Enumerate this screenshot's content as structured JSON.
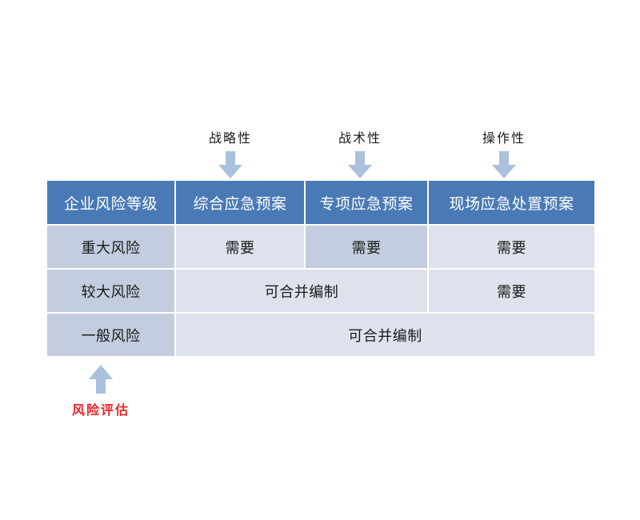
{
  "diagram": {
    "title_text": "",
    "colors": {
      "header_blue": "#4a7ab5",
      "row_head_blue_gray": "#c3cddf",
      "cell_light": "#dde2ec",
      "cell_mid": "#c3cddf",
      "arrow_blue": "#a9c1dd",
      "annotation_red": "#e8252a",
      "background": "#ffffff"
    }
  },
  "top_annotations": [
    {
      "label": "战略性",
      "icon": "arrow-down-icon",
      "target_column": "综合应急预案"
    },
    {
      "label": "战术性",
      "icon": "arrow-down-icon",
      "target_column": "专项应急预案"
    },
    {
      "label": "操作性",
      "icon": "arrow-down-icon",
      "target_column": "现场应急处置预案"
    }
  ],
  "bottom_annotation": {
    "label": "风险评估",
    "icon": "arrow-up-icon",
    "target_column": "企业风险等级"
  },
  "table": {
    "headers": [
      "企业风险等级",
      "综合应急预案",
      "专项应急预案",
      "现场应急处置预案"
    ],
    "rows": [
      {
        "level": "重大风险",
        "cells": [
          {
            "text": "需要",
            "tone": "light",
            "span": 1
          },
          {
            "text": "需要",
            "tone": "mid",
            "span": 1
          },
          {
            "text": "需要",
            "tone": "light",
            "span": 1
          }
        ]
      },
      {
        "level": "较大风险",
        "cells": [
          {
            "text": "可合并编制",
            "tone": "light",
            "span": 2
          },
          {
            "text": "需要",
            "tone": "light",
            "span": 1
          }
        ]
      },
      {
        "level": "一般风险",
        "cells": [
          {
            "text": "可合并编制",
            "tone": "light",
            "span": 3
          }
        ]
      }
    ]
  }
}
